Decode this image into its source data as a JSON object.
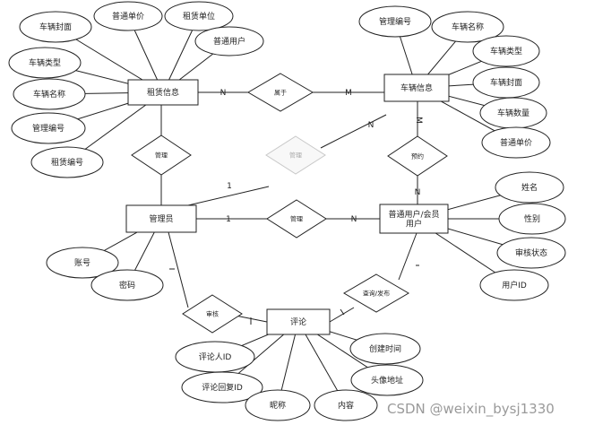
{
  "entities": {
    "rental": "租赁信息",
    "vehicle": "车辆信息",
    "admin": "管理员",
    "user": "普通用户/会员\n用户",
    "comment": "评论"
  },
  "relations": {
    "belongs": "属于",
    "manage_rental": "管理",
    "manage_vehicle": "管理",
    "manage_user": "管理",
    "book": "预约",
    "review": "审核",
    "publish": "查询/发布"
  },
  "attributes": {
    "rental": [
      "车辆封面",
      "普通单价",
      "租赁单位",
      "普通用户",
      "车辆类型",
      "车辆名称",
      "管理编号",
      "租赁编号"
    ],
    "vehicle": [
      "管理编号",
      "车辆名称",
      "车辆类型",
      "车辆封面",
      "车辆数量",
      "普通单价"
    ],
    "admin": [
      "账号",
      "密码"
    ],
    "user": [
      "姓名",
      "性别",
      "审核状态",
      "用户ID"
    ],
    "comment": [
      "评论人ID",
      "评论回复ID",
      "昵称",
      "内容",
      "创建时间",
      "头像地址"
    ]
  },
  "cardinalities": {
    "rental_belongs": "N",
    "vehicle_belongs": "M",
    "admin_manage_vehicle": "1",
    "vehicle_manage": "N",
    "vehicle_book": "M",
    "user_book": "N",
    "admin_manage_user": "1",
    "user_manage": "N"
  },
  "watermark": "CSDN @weixin_bysj1330"
}
